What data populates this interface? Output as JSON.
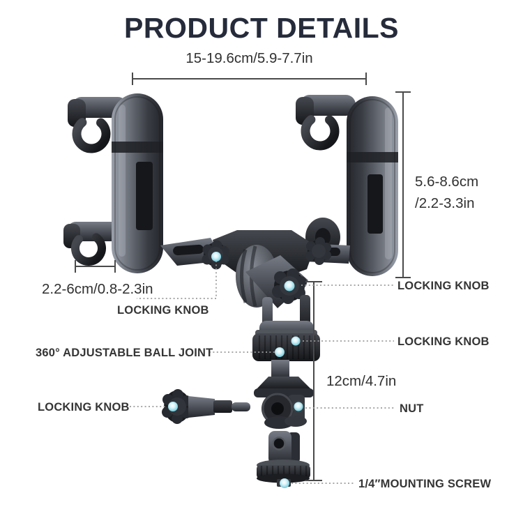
{
  "title": "PRODUCT DETAILS",
  "dimensions": {
    "width": "15-19.6cm/5.9-7.7in",
    "height_cm": "5.6-8.6cm",
    "height_in": "/2.2-3.3in",
    "grip": "2.2-6cm/0.8-2.3in",
    "pole": "12cm/4.7in"
  },
  "labels": {
    "locking_knob_mid_left": "LOCKING KNOB",
    "locking_knob_right_upper": "LOCKING KNOB",
    "locking_knob_right_lower": "LOCKING KNOB",
    "ball_joint": "360° ADJUSTABLE BALL JOINT",
    "locking_knob_bottom_left": "LOCKING KNOB",
    "nut": "NUT",
    "mounting_screw": "1/4″MOUNTING SCREW"
  },
  "colors": {
    "title_text": "#262b3b",
    "label_text": "#353535",
    "dimension_line": "#4a4a4a",
    "leader_dots": "#9b9b9b",
    "callout_dot": "#7fd0e0",
    "product_dark": "#1a1c20",
    "background": "#ffffff"
  }
}
